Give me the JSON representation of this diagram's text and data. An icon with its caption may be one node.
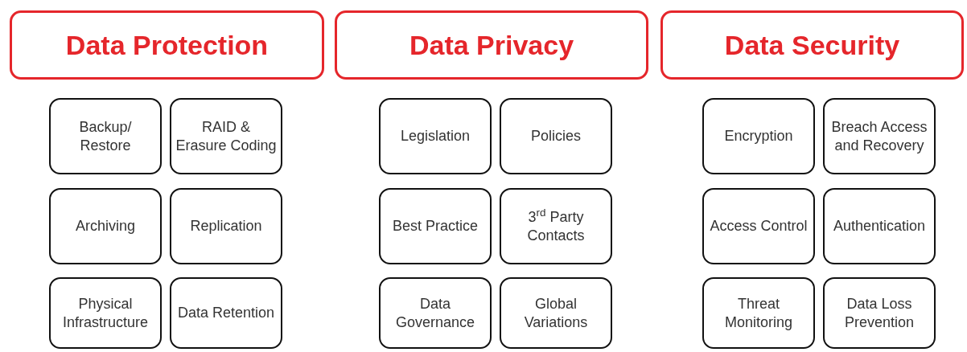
{
  "diagram": {
    "nodes": [
      {
        "text": [
          "Data Protection"
        ]
      },
      {
        "text": [
          "Data Privacy"
        ]
      },
      {
        "text": [
          "Data Security"
        ]
      },
      {
        "text": [
          "Backup/ Restore"
        ]
      },
      {
        "text": [
          "RAID & Erasure Coding"
        ]
      },
      {
        "text": [
          "Archiving"
        ]
      },
      {
        "text": [
          "Replication"
        ]
      },
      {
        "text": [
          "Physical Infrastructure"
        ]
      },
      {
        "text": [
          "Data Retention"
        ]
      },
      {
        "text": [
          "Legislation"
        ]
      },
      {
        "text": [
          "Policies"
        ]
      },
      {
        "text": [
          "Best Practice"
        ]
      },
      {
        "text": [
          "3$^{rd}$ Party Contacts"
        ]
      },
      {
        "text": [
          "Data Governance"
        ]
      },
      {
        "text": [
          "Global Variations"
        ]
      },
      {
        "text": [
          "Encryption"
        ]
      },
      {
        "text": [
          "Breach Access and Recovery"
        ]
      },
      {
        "text": [
          "Access Control"
        ]
      },
      {
        "text": [
          "Authentication"
        ]
      },
      {
        "text": [
          "Threat Monitoring"
        ]
      },
      {
        "text": [
          "Data Loss Prevention"
        ]
      }
    ]
  }
}
